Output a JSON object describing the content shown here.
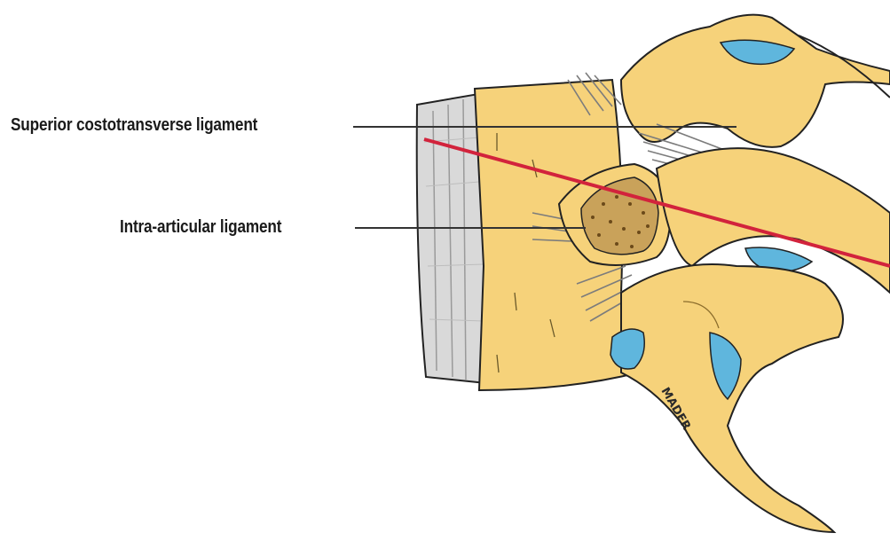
{
  "labels": {
    "superior_costotransverse": "Superior costotransverse ligament",
    "intra_articular": "Intra-articular ligament"
  },
  "artist_signature": "MADER",
  "colors": {
    "bone": "#F6D27A",
    "bone_shade": "#E7B95B",
    "cartilage": "#5FB6DD",
    "disc": "#D9D9D9",
    "ligament": "#8A8A8A",
    "plane_line": "#D2233C",
    "outline": "#222222"
  }
}
